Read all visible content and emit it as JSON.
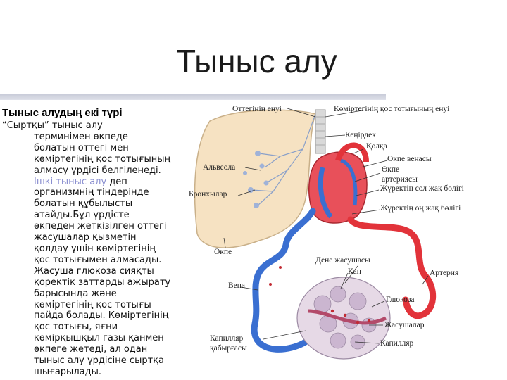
{
  "slide": {
    "title": "Тыныс алу",
    "subtitle": "Тыныс алудың екі түрі",
    "body_lines": [
      {
        "parts": [
          {
            "text": "“Сыртқы” тыныс алу",
            "hl": false
          }
        ]
      },
      {
        "parts": [
          {
            "text": "терминімен өкпеде",
            "hl": false
          }
        ]
      },
      {
        "parts": [
          {
            "text": "болатын оттегі мен",
            "hl": false
          }
        ]
      },
      {
        "parts": [
          {
            "text": "көміртегінің қос тотығының",
            "hl": false
          }
        ]
      },
      {
        "parts": [
          {
            "text": "алмасу үрдісі белгіленеді.",
            "hl": false
          }
        ]
      },
      {
        "parts": [
          {
            "text": "Ішкі тыныс алу",
            "hl": true
          },
          {
            "text": " деп",
            "hl": false
          }
        ]
      },
      {
        "parts": [
          {
            "text": "организмнің тіндерінде",
            "hl": false
          }
        ]
      },
      {
        "parts": [
          {
            "text": "болатын құбылысты",
            "hl": false
          }
        ]
      },
      {
        "parts": [
          {
            "text": "атайды.Бұл үрдісте",
            "hl": false
          }
        ]
      },
      {
        "parts": [
          {
            "text": "өкпеден жеткізілген оттегі",
            "hl": false
          }
        ]
      },
      {
        "parts": [
          {
            "text": "жасушалар қызметін",
            "hl": false
          }
        ]
      },
      {
        "parts": [
          {
            "text": "қолдау үшін көміртегінің",
            "hl": false
          }
        ]
      },
      {
        "parts": [
          {
            "text": "қос тотығымен алмасады.",
            "hl": false
          }
        ]
      },
      {
        "parts": [
          {
            "text": "Жасуша глюкоза сияқты",
            "hl": false
          }
        ]
      },
      {
        "parts": [
          {
            "text": "қоректік заттарды ажырату",
            "hl": false
          }
        ]
      },
      {
        "parts": [
          {
            "text": "барысында және",
            "hl": false
          }
        ]
      },
      {
        "parts": [
          {
            "text": "көміртегінің қос тотығы",
            "hl": false
          }
        ]
      },
      {
        "parts": [
          {
            "text": "пайда болады. Көміртегінің",
            "hl": false
          }
        ]
      },
      {
        "parts": [
          {
            "text": "қос тотығы, яғни",
            "hl": false
          }
        ]
      },
      {
        "parts": [
          {
            "text": "көмірқышқыл газы қанмен",
            "hl": false
          }
        ]
      },
      {
        "parts": [
          {
            "text": "өкпеге жетеді, ал одан",
            "hl": false
          }
        ]
      },
      {
        "parts": [
          {
            "text": "тыныс алу үрдісіне сыртқа",
            "hl": false
          }
        ]
      },
      {
        "parts": [
          {
            "text": "шығарылады.",
            "hl": false
          }
        ]
      }
    ]
  },
  "figure": {
    "labels": {
      "oxygen_in": "Оттегінің енуі",
      "co2_out": "Көміртегінің қос тотығының енуі",
      "trachea": "Кеңірдек",
      "aorta": "Қолқа",
      "pulmonary_veins": "Өкпе венасы",
      "alveoli": "Альвеола",
      "pulmonary_arteries": "Өкпе\nартериясы",
      "bronchi": "Бронхылар",
      "left_heart": "Жүректің сол жақ бөлігі",
      "right_heart": "Жүректің оң жақ бөлігі",
      "lung": "Өкпе",
      "body_cells": "Дене жасушасы",
      "blood": "Қан",
      "artery": "Артерия",
      "vein": "Вена",
      "glucose": "Глюкоза",
      "cells": "Жасушалар",
      "capillary_wall": "Капилляр\nқабырғасы",
      "capillary": "Капилляр"
    },
    "colors": {
      "artery_red": "#e2333a",
      "vein_blue": "#3a6fd1",
      "lung_fill": "#f6e2c2",
      "tissue_fill": "#e6d9e6"
    }
  }
}
